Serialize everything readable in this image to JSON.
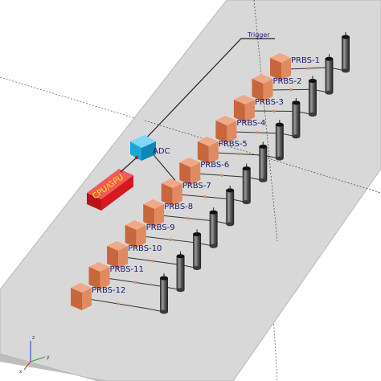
{
  "labels": {
    "trigger": "Trigger",
    "adc": "ADC",
    "cpu": "CPU/GPU",
    "prbs": [
      "PRBS-1",
      "PRBS-2",
      "PRBS-3",
      "PRBS-4",
      "PRBS-5",
      "PRBS-6",
      "PRBS-7",
      "PRBS-8",
      "PRBS-9",
      "PRBS-10",
      "PRBS-11",
      "PRBS-12"
    ]
  },
  "axes": {
    "x": "x",
    "y": "y",
    "z": "z"
  },
  "colors": {
    "board": "#d8d8d8",
    "board_edge": "#b0b0b0",
    "box": "#e08a62",
    "cpu": "#e8202a",
    "adc": "#1fb4e6",
    "wire": "#222222",
    "tube": "#6a6a6a",
    "label": "#1a1a6e"
  }
}
